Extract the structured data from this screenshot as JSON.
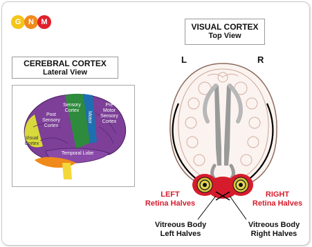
{
  "logo": {
    "letters": [
      "G",
      "N",
      "M"
    ],
    "colors": [
      "#f5c518",
      "#f08a1c",
      "#e0202c"
    ]
  },
  "cerebral_cortex": {
    "title": "CEREBRAL CORTEX",
    "subtitle": "Lateral View"
  },
  "visual_cortex": {
    "title": "VISUAL CORTEX",
    "subtitle": "Top View"
  },
  "sides": {
    "left": "L",
    "right": "R"
  },
  "brain_regions": {
    "sensory_cortex": [
      "Sensory",
      "Cortex"
    ],
    "post_sensory_cortex": [
      "Post",
      "Sensory",
      "Cortex"
    ],
    "motor": "Motor",
    "pre_motor_sensory_cortex": [
      "Pre",
      "Motor",
      "Sensory",
      "Cortex"
    ],
    "visual_cortex": [
      "Visual",
      "Cortex"
    ],
    "temporal_lobe": "Temporal Lobe"
  },
  "labels": {
    "left_retina": [
      "LEFT",
      "Retina Halves"
    ],
    "right_retina": [
      "RIGHT",
      "Retina Halves"
    ],
    "vitreous_left": [
      "Vitreous Body",
      "Left Halves"
    ],
    "vitreous_right": [
      "Vitreous Body",
      "Right Halves"
    ]
  },
  "colors": {
    "accent_red": "#d61c2c",
    "eye_yellow": "#e8d84a"
  }
}
